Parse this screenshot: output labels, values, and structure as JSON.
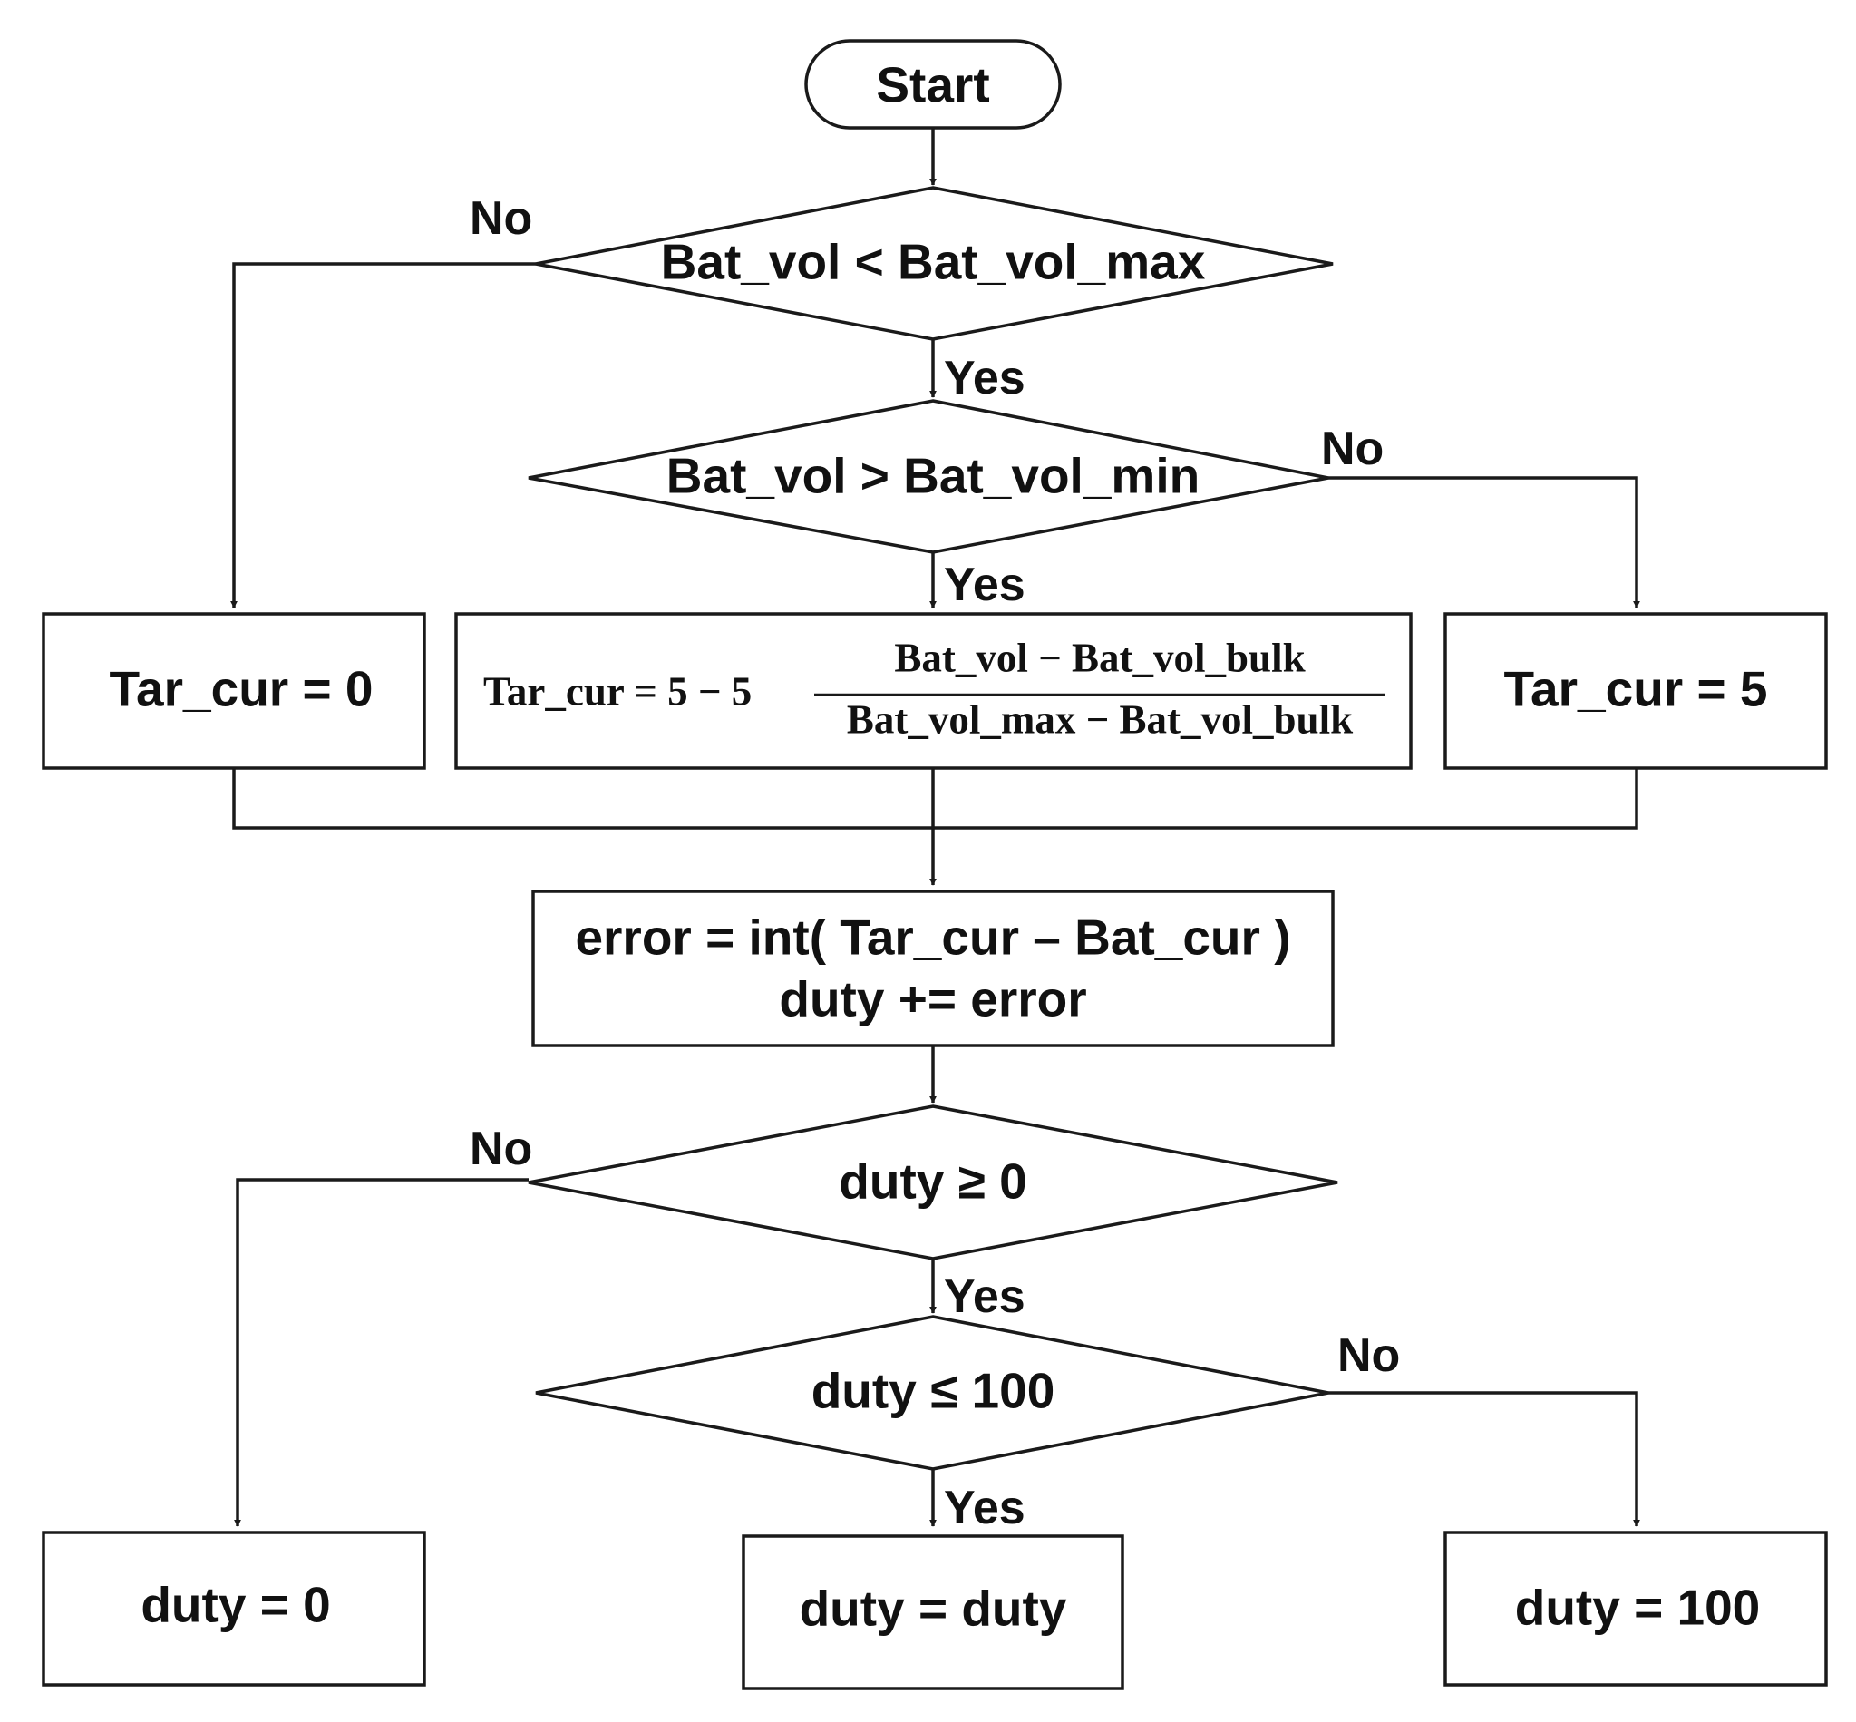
{
  "nodes": {
    "start": "Start",
    "decision_max": "Bat_vol < Bat_vol_max",
    "decision_min": "Bat_vol > Bat_vol_min",
    "tar_zero": "Tar_cur = 0",
    "tar_formula": {
      "lhs": "Tar_cur = 5 − 5",
      "numerator": "Bat_vol − Bat_vol_bulk",
      "denominator": "Bat_vol_max − Bat_vol_bulk"
    },
    "tar_five": "Tar_cur = 5",
    "error_line1": "error = int( Tar_cur – Bat_cur )",
    "error_line2": "duty += error",
    "decision_duty_ge": "duty ≥ 0",
    "decision_duty_le": "duty ≤ 100",
    "duty_zero": "duty = 0",
    "duty_keep": "duty = duty",
    "duty_hundred": "duty = 100"
  },
  "edges": {
    "no": "No",
    "yes": "Yes"
  }
}
